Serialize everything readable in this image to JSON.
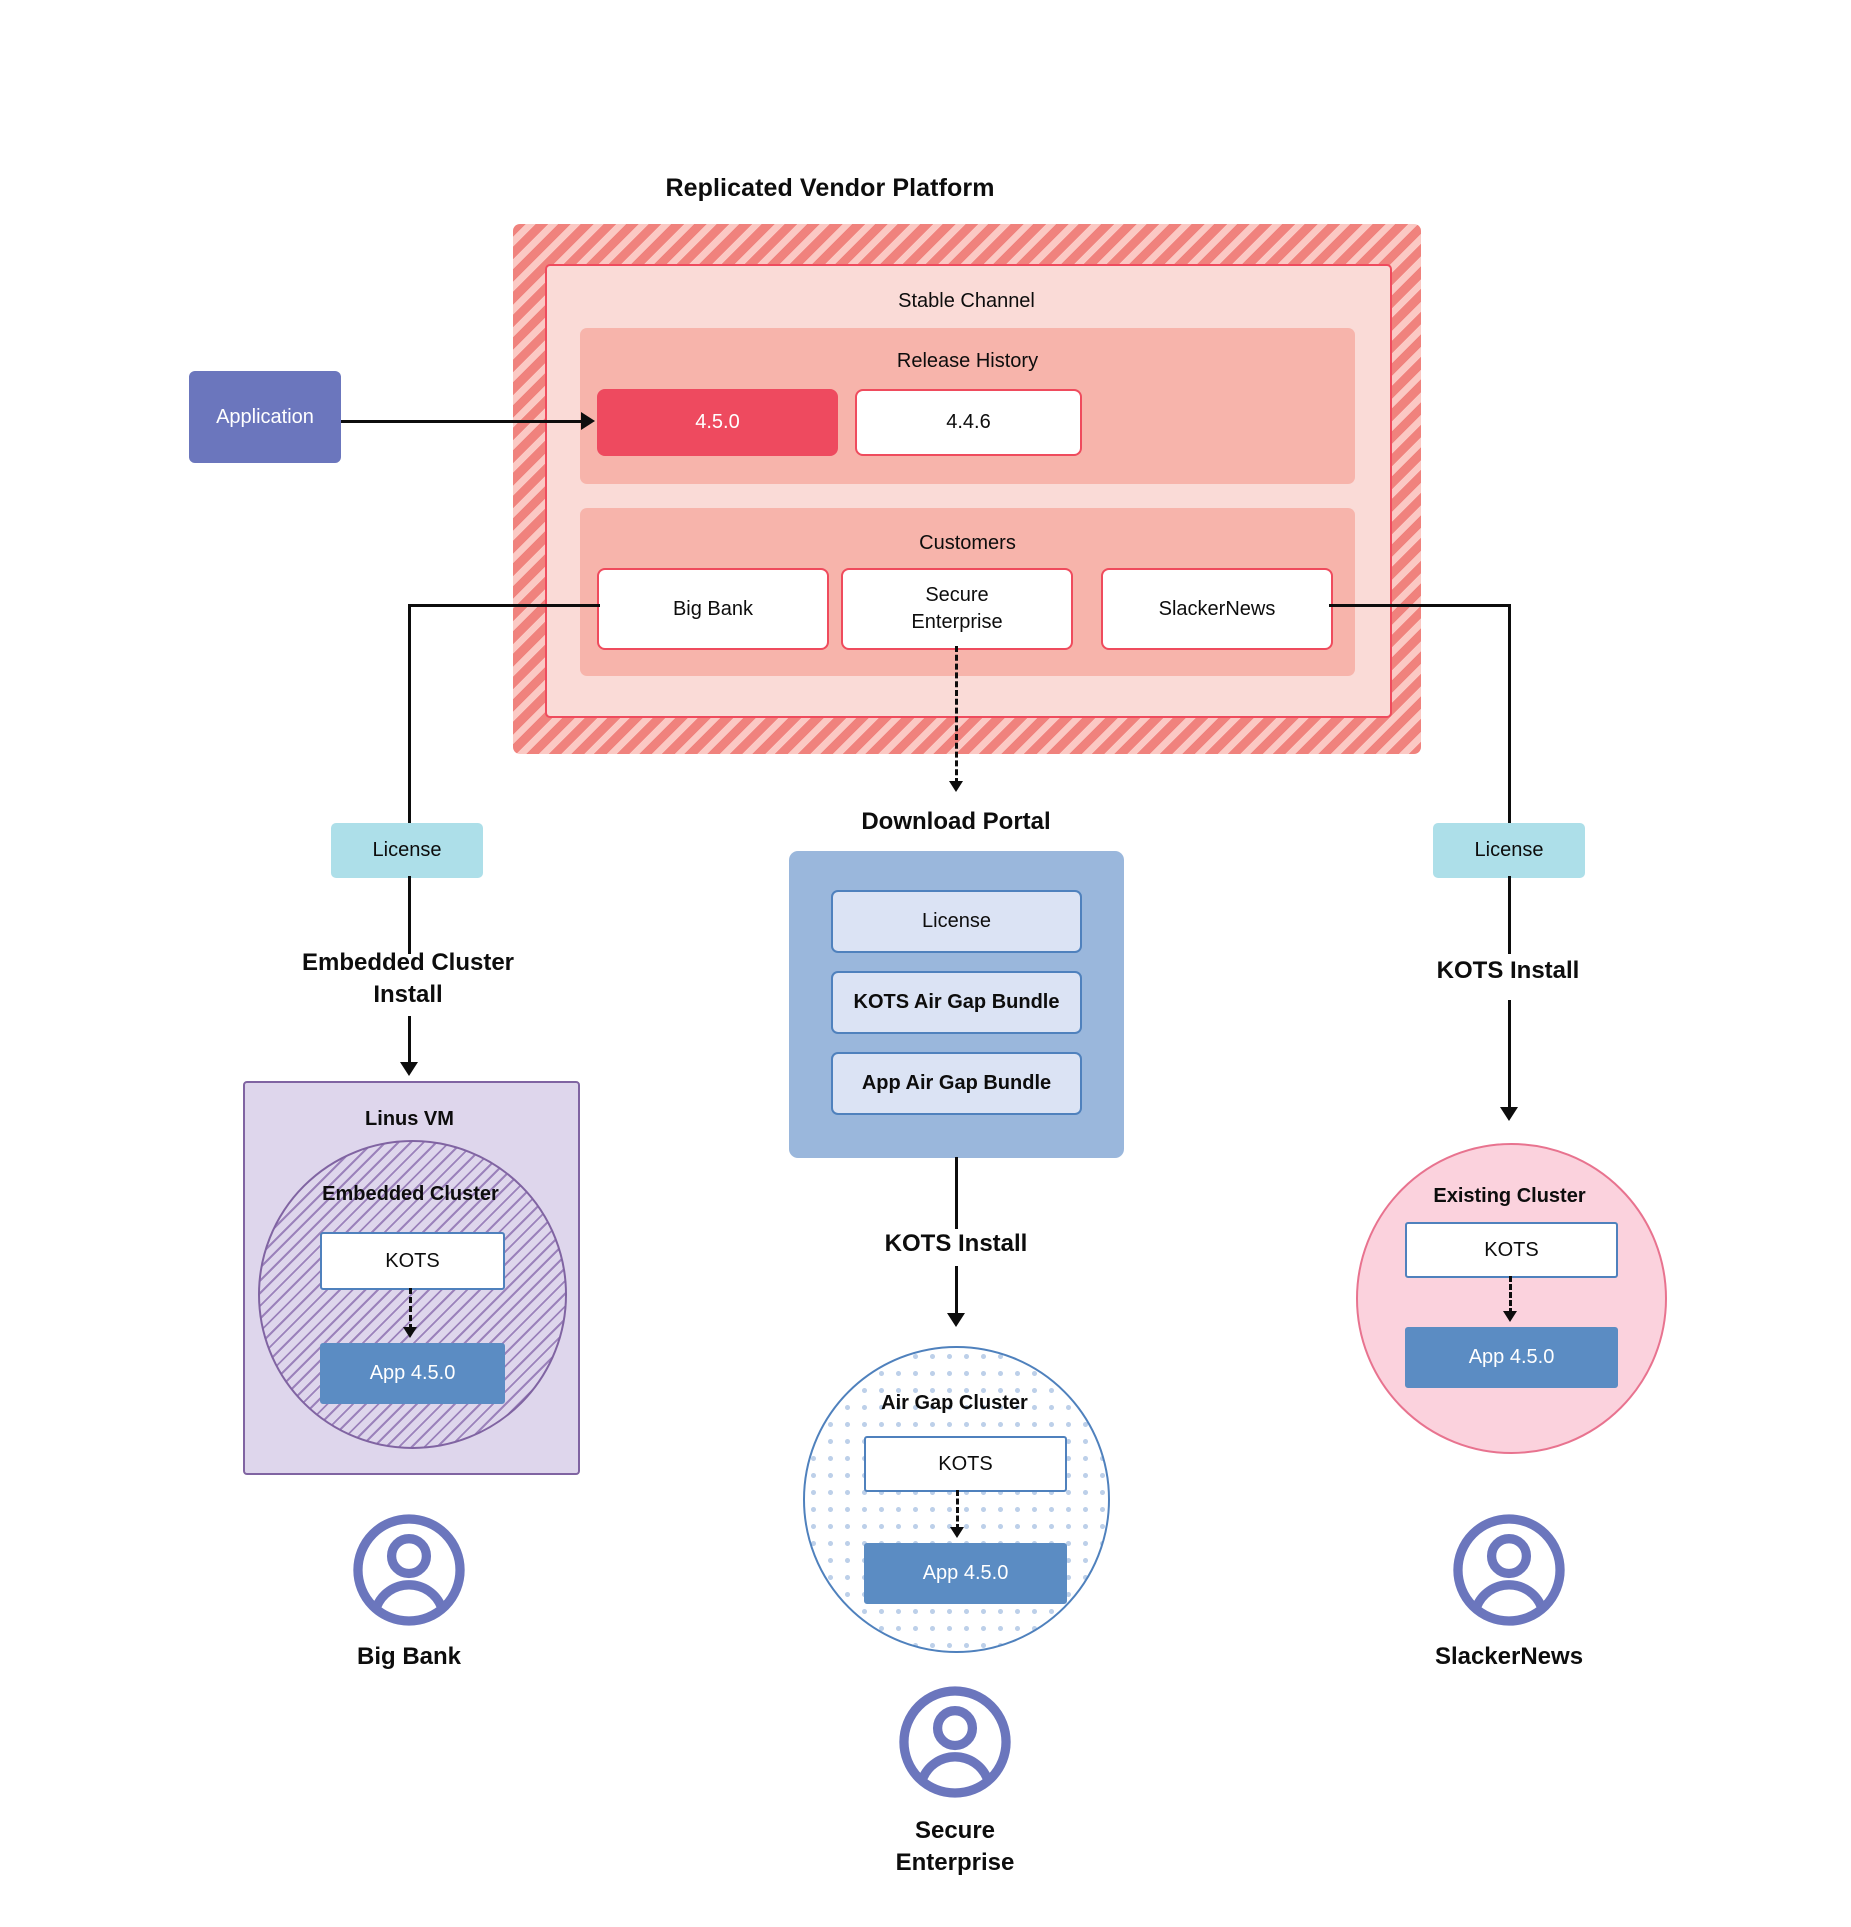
{
  "diagram": {
    "title": "Replicated Vendor Platform"
  },
  "application": {
    "label": "Application"
  },
  "vendor_platform": {
    "title": "Replicated Vendor Platform",
    "channel": {
      "label": "Stable Channel"
    },
    "release_history": {
      "label": "Release History",
      "releases": [
        {
          "version": "4.5.0",
          "state": "active"
        },
        {
          "version": "4.4.6",
          "state": "inactive"
        }
      ]
    },
    "customers": {
      "label": "Customers",
      "items": [
        {
          "name": "Big Bank"
        },
        {
          "name": "Secure\nEnterprise"
        },
        {
          "name": "SlackerNews"
        }
      ]
    }
  },
  "branches": {
    "left": {
      "license_label": "License",
      "install_label": "Embedded Cluster\nInstall",
      "vm": {
        "label": "Linus VM",
        "cluster_label": "Embedded Cluster",
        "kots_label": "KOTS",
        "app_label": "App 4.5.0"
      },
      "customer_label": "Big Bank"
    },
    "middle": {
      "portal_title": "Download  Portal",
      "portal_items": [
        {
          "label": "License"
        },
        {
          "label": "KOTS Air Gap Bundle"
        },
        {
          "label": "App Air Gap Bundle"
        }
      ],
      "install_label": "KOTS Install",
      "cluster": {
        "label": "Air Gap Cluster",
        "kots_label": "KOTS",
        "app_label": "App 4.5.0"
      },
      "customer_label": "Secure\nEnterprise"
    },
    "right": {
      "license_label": "License",
      "install_label": "KOTS Install",
      "cluster": {
        "label": "Existing Cluster",
        "kots_label": "KOTS",
        "app_label": "App 4.5.0"
      },
      "customer_label": "SlackerNews"
    }
  },
  "colors": {
    "vendor_hatch": "#f0827d",
    "vendor_inner": "#fadbd7",
    "panel": "#f7b4ab",
    "accent_red": "#ef4b5d",
    "release_active": "#ee4a5f",
    "application_purple": "#6b76bd",
    "license_cyan": "#addfe9",
    "portal_blue": "#9ab7dc",
    "portal_item": "#dbe3f4",
    "kots_border": "#4f81bd",
    "app_blue": "#5b8cc3",
    "vm_purple": "#ded6ec",
    "vm_border": "#8064a2",
    "existing_pink": "#fbd2dd",
    "existing_border": "#e8738f",
    "avatar_purple": "#6b76bd"
  }
}
